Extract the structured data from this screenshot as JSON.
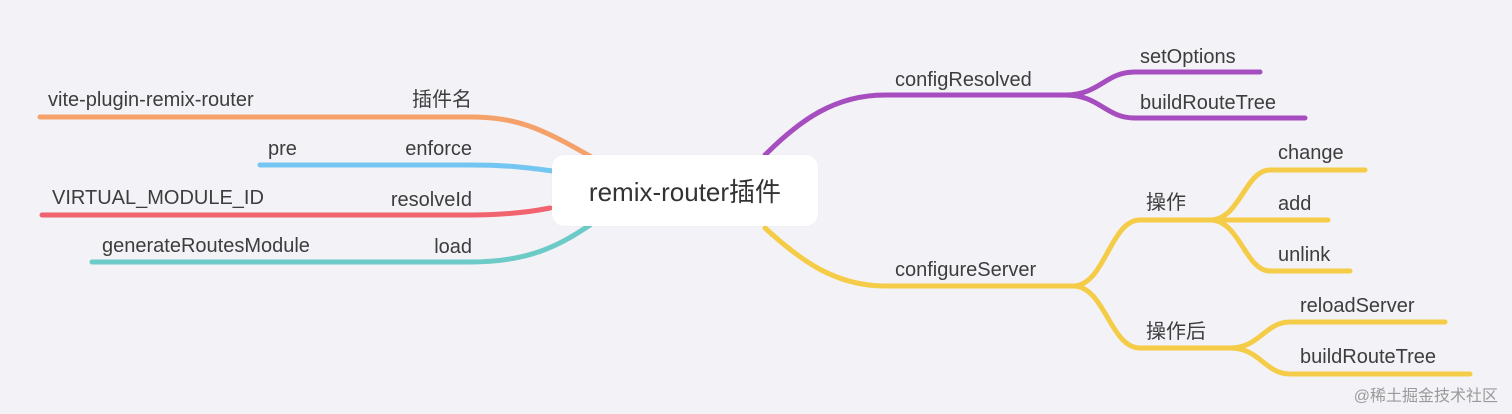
{
  "center": "remix-router插件",
  "left": [
    {
      "key": "插件名",
      "value": "vite-plugin-remix-router",
      "color": "#f4a26a"
    },
    {
      "key": "enforce",
      "value": "pre",
      "color": "#74c6f2"
    },
    {
      "key": "resolveId",
      "value": "VIRTUAL_MODULE_ID",
      "color": "#f0636f"
    },
    {
      "key": "load",
      "value": "generateRoutesModule",
      "color": "#6ccbc7"
    }
  ],
  "right": [
    {
      "key": "configResolved",
      "color": "#a64dbf",
      "children": [
        "setOptions",
        "buildRouteTree"
      ]
    },
    {
      "key": "configureServer",
      "color": "#f5cc47",
      "groups": [
        {
          "key": "操作",
          "children": [
            "change",
            "add",
            "unlink"
          ]
        },
        {
          "key": "操作后",
          "children": [
            "reloadServer",
            "buildRouteTree"
          ]
        }
      ]
    }
  ],
  "watermark": "@稀土掘金技术社区"
}
